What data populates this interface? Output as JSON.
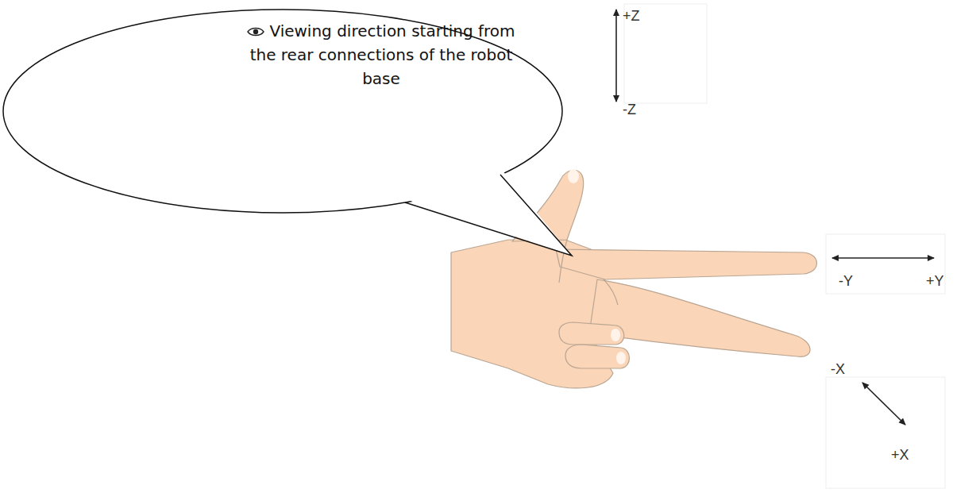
{
  "diagram": {
    "nodes": [
      {
        "text": [
          "Viewing direction starting from the rear connections of the robot base"
        ]
      }
    ],
    "labels": [
      "+Z",
      "-Z",
      "-Y",
      "+Y",
      "-X",
      "+X"
    ]
  }
}
